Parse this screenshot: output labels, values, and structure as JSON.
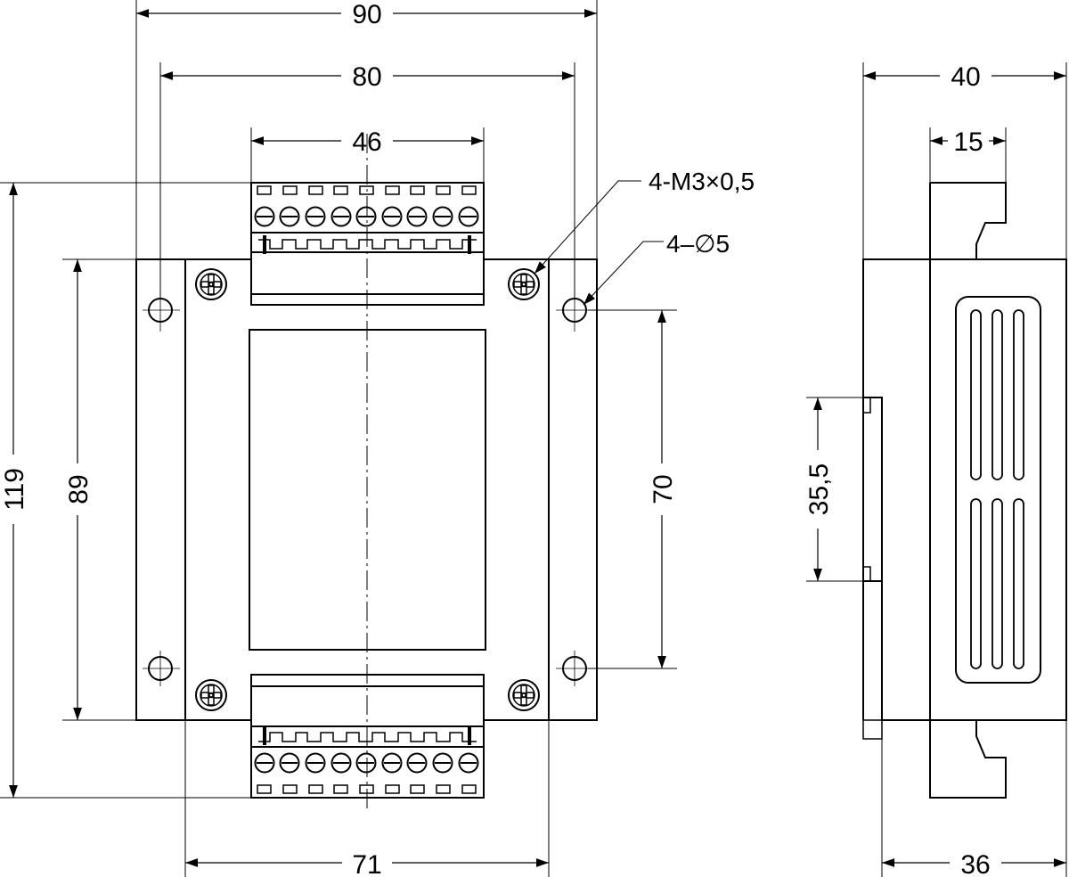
{
  "front_view": {
    "dim_90": "90",
    "dim_80": "80",
    "dim_46": "46",
    "dim_119": "119",
    "dim_89": "89",
    "dim_70": "70",
    "dim_71": "71",
    "note_screws": "4-M3×0,5",
    "note_holes": "4–∅5"
  },
  "side_view": {
    "dim_40": "40",
    "dim_15": "15",
    "dim_35_5": "35,5",
    "dim_36": "36"
  }
}
